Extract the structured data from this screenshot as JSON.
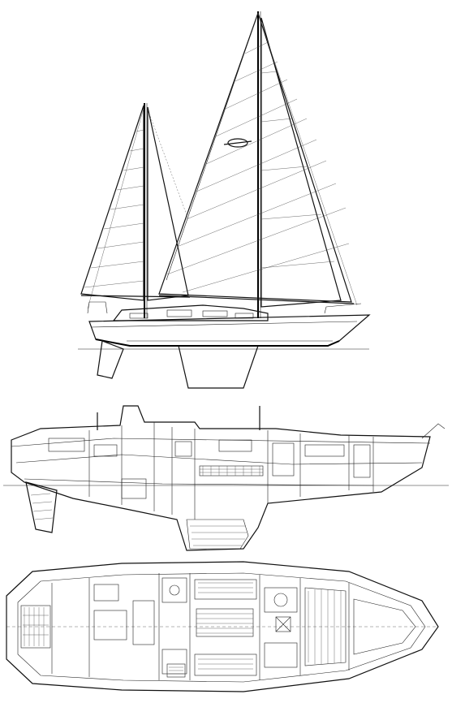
{
  "drawing": {
    "views": [
      {
        "id": "sail-plan"
      },
      {
        "id": "inboard-profile"
      },
      {
        "id": "accommodation-plan"
      }
    ]
  }
}
